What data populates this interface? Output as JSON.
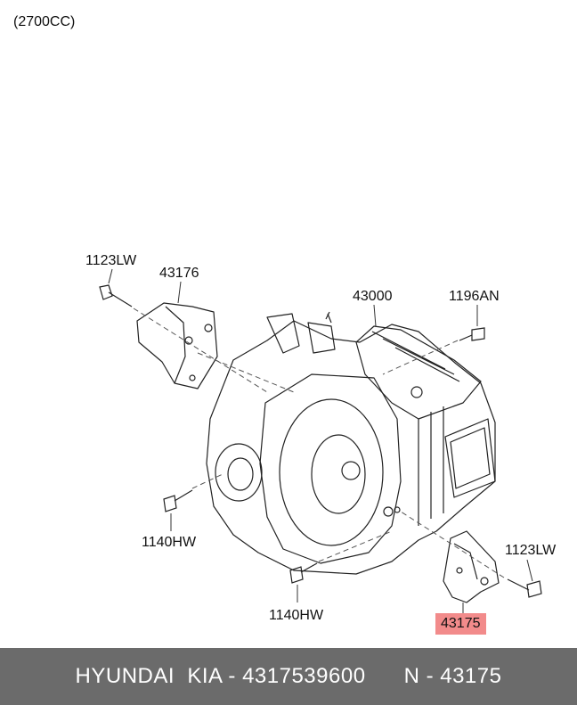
{
  "engine": "(2700CC)",
  "callouts": {
    "bolt_top_left": "1123LW",
    "bracket_top": "43176",
    "transaxle": "43000",
    "bolt_top_right": "1196AN",
    "bolt_left_middle": "1140HW",
    "bolt_lower_middle": "1140HW",
    "bolt_right": "1123LW",
    "bracket_bottom": "43175"
  },
  "highlight_color": "#f28b8b",
  "footer": {
    "brand": "HYUNDAI  KIA - 4317539600",
    "part": "N - 43175"
  }
}
